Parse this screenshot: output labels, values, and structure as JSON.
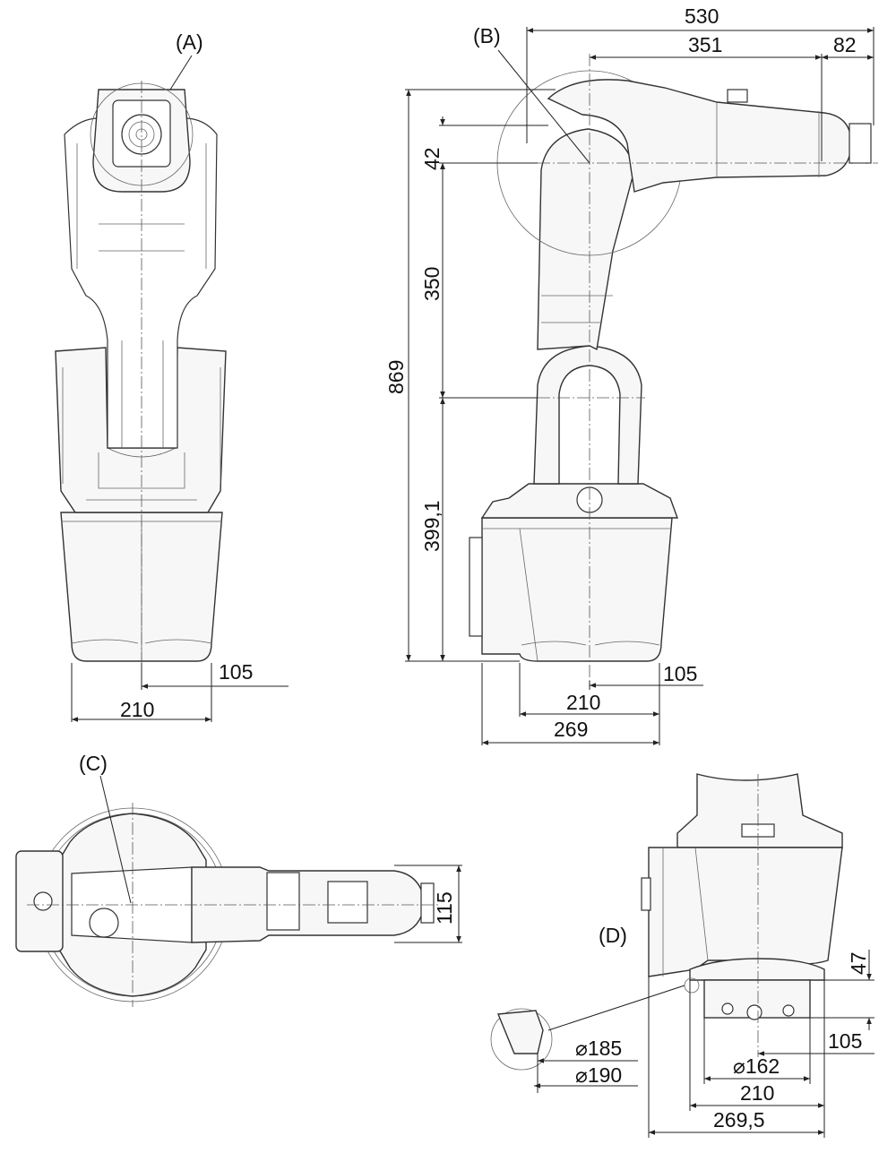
{
  "views": {
    "front": {
      "callout": "(A)",
      "dims": {
        "base_half": "105",
        "base_width": "210"
      }
    },
    "side": {
      "callout": "(B)",
      "dims": {
        "reach_total": "530",
        "reach_arm": "351",
        "reach_tool": "82",
        "offset_42": "42",
        "link_350": "350",
        "height_total": "869",
        "base_height": "399,1",
        "base_half": "105",
        "base_width": "210",
        "base_depth": "269"
      }
    },
    "top": {
      "callout": "(C)",
      "dims": {
        "arm_width": "115"
      }
    },
    "base_detail": {
      "callout": "(D)",
      "dims": {
        "flange_47": "47",
        "half_105": "105",
        "d162": "⌀162",
        "w210": "210",
        "w269_5": "269,5",
        "d185": "⌀185",
        "d190": "⌀190"
      }
    }
  }
}
